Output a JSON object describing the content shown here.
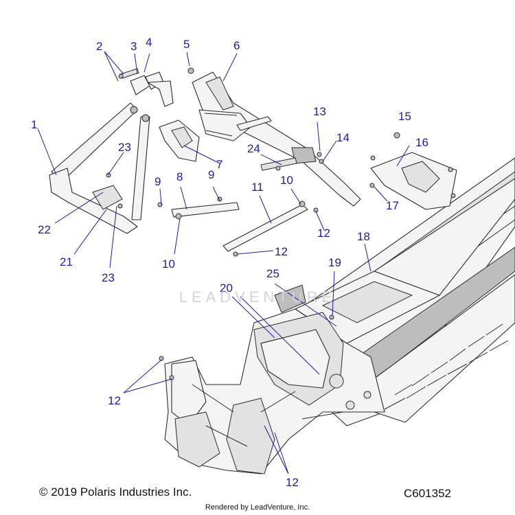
{
  "callouts": [
    {
      "id": "c1",
      "label": "1"
    },
    {
      "id": "c2",
      "label": "2"
    },
    {
      "id": "c3",
      "label": "3"
    },
    {
      "id": "c4",
      "label": "4"
    },
    {
      "id": "c5",
      "label": "5"
    },
    {
      "id": "c6",
      "label": "6"
    },
    {
      "id": "c7",
      "label": "7"
    },
    {
      "id": "c8",
      "label": "8"
    },
    {
      "id": "c9a",
      "label": "9"
    },
    {
      "id": "c9b",
      "label": "9"
    },
    {
      "id": "c10a",
      "label": "10"
    },
    {
      "id": "c10b",
      "label": "10"
    },
    {
      "id": "c11",
      "label": "11"
    },
    {
      "id": "c12a",
      "label": "12"
    },
    {
      "id": "c12b",
      "label": "12"
    },
    {
      "id": "c12c",
      "label": "12"
    },
    {
      "id": "c12d",
      "label": "12"
    },
    {
      "id": "c13",
      "label": "13"
    },
    {
      "id": "c14",
      "label": "14"
    },
    {
      "id": "c15",
      "label": "15"
    },
    {
      "id": "c16",
      "label": "16"
    },
    {
      "id": "c17",
      "label": "17"
    },
    {
      "id": "c18",
      "label": "18"
    },
    {
      "id": "c19",
      "label": "19"
    },
    {
      "id": "c20",
      "label": "20"
    },
    {
      "id": "c21",
      "label": "21"
    },
    {
      "id": "c22",
      "label": "22"
    },
    {
      "id": "c23a",
      "label": "23"
    },
    {
      "id": "c23b",
      "label": "23"
    },
    {
      "id": "c24",
      "label": "24"
    },
    {
      "id": "c25",
      "label": "25"
    }
  ],
  "footer": {
    "copyright": "© 2019 Polaris Industries Inc.",
    "code": "C601352",
    "rendered_by": "Rendered by LeadVenture, Inc."
  },
  "watermark": "LEADVENTURE",
  "colors": {
    "callout": "#1a1aa6",
    "line": "#2a2a2a"
  }
}
